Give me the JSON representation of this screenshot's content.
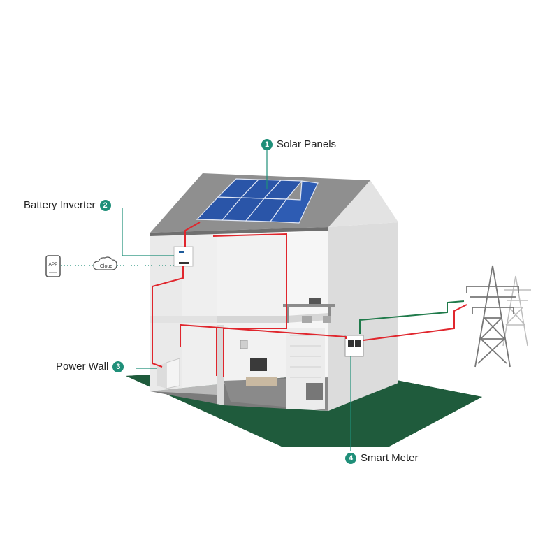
{
  "labels": {
    "solar": {
      "number": "1",
      "text": "Solar Panels"
    },
    "inverter": {
      "number": "2",
      "text": "Battery Inverter"
    },
    "powerwall": {
      "number": "3",
      "text": "Power Wall"
    },
    "meter": {
      "number": "4",
      "text": "Smart Meter"
    }
  },
  "devices": {
    "app": "APP",
    "cloud": "Cloud"
  },
  "colors": {
    "accent": "#1f8f79",
    "ground": "#1f5b3c",
    "wire_red": "#e0262d",
    "wire_green": "#1f7a4a",
    "roof": "#8a8a8a",
    "wall": "#e9e9e9",
    "panel": "#2a55a8"
  }
}
